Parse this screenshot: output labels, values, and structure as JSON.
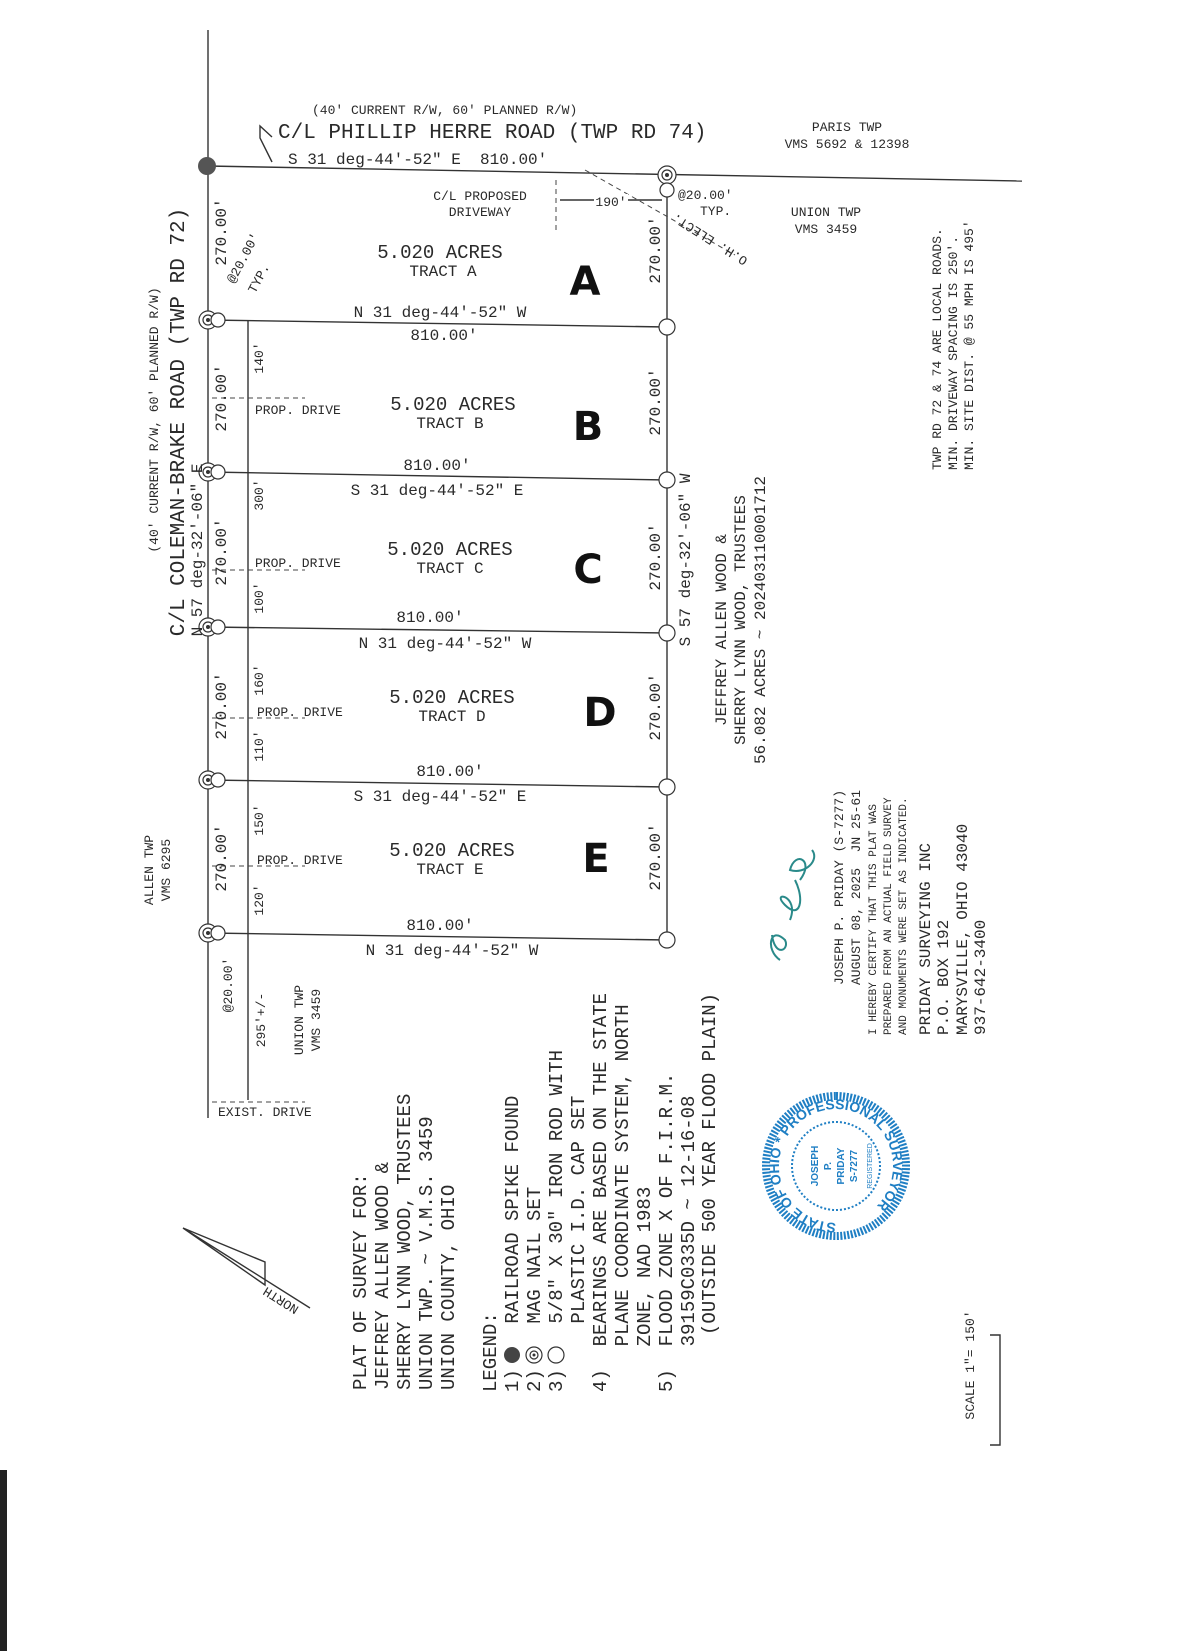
{
  "top_road": {
    "rw_note": "(40' CURRENT R/W, 60' PLANNED R/W)",
    "name": "C/L PHILLIP HERRE ROAD (TWP RD 74)",
    "bearing": "S 31 deg-44'-52\" E  810.00'"
  },
  "left_road": {
    "rw_note": "(40' CURRENT R/W, 60' PLANNED R/W)",
    "name": "C/L COLEMAN-BRAKE ROAD (TWP RD 72)",
    "bearing": "N 57 deg-32'-06\" E"
  },
  "east_line_bearing": "S 57 deg-32'-06\" W",
  "neighbors": {
    "paris": [
      "PARIS TWP",
      "VMS 5692 & 12398"
    ],
    "union_ne": [
      "UNION TWP",
      "VMS 3459"
    ],
    "allen": [
      "ALLEN TWP",
      "VMS 6295"
    ],
    "union_sw": [
      "UNION TWP",
      "VMS 3459"
    ]
  },
  "driveway": {
    "proposed": [
      "C/L PROPOSED",
      "DRIVEWAY"
    ],
    "offset": "190'",
    "typ_top": [
      "@20.00'",
      "TYP."
    ],
    "typ_left": [
      "@20.00'",
      "TYP."
    ],
    "elect": "O.H. ELECT.",
    "prop_drive": "PROP. DRIVE",
    "exist_drive": "EXIST. DRIVE",
    "bottom_offset": "@20.00'",
    "bottom_dist": "295'+/-"
  },
  "dims": {
    "side": "270.00'",
    "length": "810.00'",
    "bearing_nw": "N 31 deg-44'-52\" W",
    "bearing_se": "S 31 deg-44'-52\" E",
    "drive_offsets": [
      "140'",
      "300'",
      "100'",
      "160'",
      "110'",
      "150'",
      "120'"
    ]
  },
  "tracts": [
    {
      "acres": "5.020 ACRES",
      "name": "TRACT A",
      "letter": "A"
    },
    {
      "acres": "5.020 ACRES",
      "name": "TRACT B",
      "letter": "B"
    },
    {
      "acres": "5.020 ACRES",
      "name": "TRACT C",
      "letter": "C"
    },
    {
      "acres": "5.020 ACRES",
      "name": "TRACT D",
      "letter": "D"
    },
    {
      "acres": "5.020 ACRES",
      "name": "TRACT E",
      "letter": "E"
    }
  ],
  "owner": [
    "JEFFREY ALLEN WOOD &",
    "SHERRY LYNN WOOD, TRUSTEES",
    "56.082 ACRES ~ 202403110001712"
  ],
  "road_notes": [
    "TWP RD 72 & 74 ARE LOCAL ROADS.",
    "MIN. DRIVEWAY SPACING IS 250'.",
    "MIN. SITE DIST. @ 55 MPH IS 495'"
  ],
  "certification": {
    "surveyor": "JOSEPH P. PRIDAY (S-7277)",
    "date": "AUGUST 08, 2025  JN 25-61",
    "statement": [
      "I HEREBY CERTIFY THAT THIS PLAT WAS",
      "PREPARED FROM AN ACTUAL FIELD SURVEY",
      "AND MONUMENTS WERE SET AS INDICATED."
    ],
    "company": [
      "PRIDAY SURVEYING INC",
      "P.O. BOX 192",
      "MARYSVILLE, OHIO 43040",
      "937-642-3400"
    ]
  },
  "title_block": [
    "PLAT OF SURVEY FOR:",
    "JEFFREY ALLEN WOOD &",
    "SHERRY LYNN WOOD, TRUSTEES",
    "UNION TWP. ~ V.M.S. 3459",
    "UNION COUNTY, OHIO"
  ],
  "legend": {
    "title": "LEGEND:",
    "lines": [
      "1)    RAILROAD SPIKE FOUND",
      "2)    MAG NAIL SET",
      "3)    5/8\" X 30\" IRON ROD WITH",
      "      PLASTIC I.D. CAP SET",
      "4)  BEARINGS ARE BASED ON THE STATE",
      "    PLANE COORDINATE SYSTEM, NORTH",
      "    ZONE, NAD 1983",
      "5)  FLOOD ZONE X OF F.I.R.M.",
      "    39159C0335D ~ 12-16-08",
      "     (OUTSIDE 500 YEAR FLOOD PLAIN)"
    ]
  },
  "north_label": "NORTH",
  "scale": "SCALE 1\"= 150'",
  "seal": {
    "outer": "STATE OF OHIO * PROFESSIONAL SURVEYOR",
    "inner": [
      "JOSEPH",
      "P.",
      "PRIDAY",
      "S-7277"
    ],
    "ring": "REGISTERED",
    "color": "#1f7fc4"
  },
  "signature_color": "#2a8a8a"
}
